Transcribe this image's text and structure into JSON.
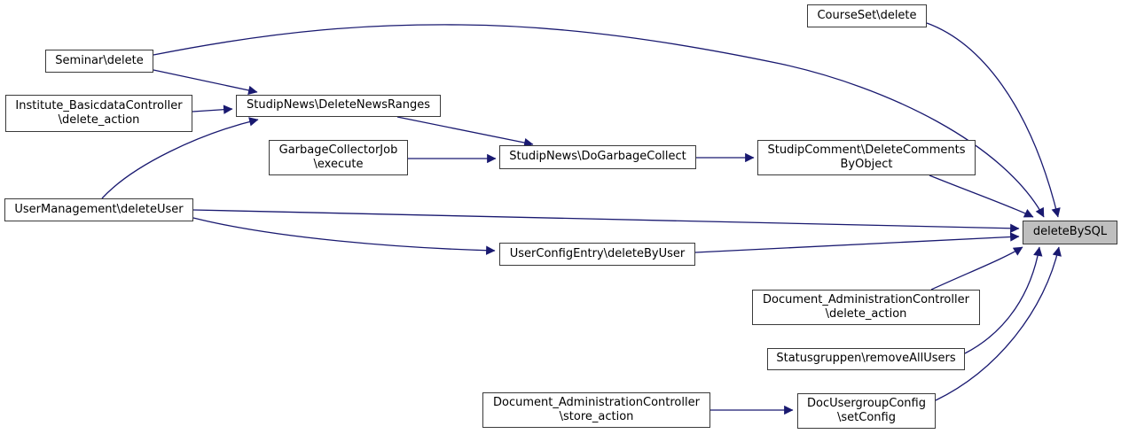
{
  "diagram": {
    "kind": "doxygen-call-graph",
    "highlighted_node": "deleteBySQL"
  },
  "colors": {
    "edge": "#191970",
    "node_border": "#3a3a3a",
    "node_fill": "#ffffff",
    "highlight_fill": "#bfbfbf",
    "text": "#000000",
    "bg": "#ffffff"
  },
  "nodes": {
    "courseset_delete": {
      "label": "CourseSet\\delete"
    },
    "seminar_delete": {
      "label": "Seminar\\delete"
    },
    "institute_basicdata_delete_action": {
      "line1": "Institute_BasicdataController",
      "line2": "\\delete_action"
    },
    "studipnews_deletenewsranges": {
      "label": "StudipNews\\DeleteNewsRanges"
    },
    "garbagecollectorjob_execute": {
      "line1": "GarbageCollectorJob",
      "line2": "\\execute"
    },
    "studipnews_dogarbagecollect": {
      "label": "StudipNews\\DoGarbageCollect"
    },
    "studipcomment_deletecommentsbyobject": {
      "line1": "StudipComment\\DeleteComments",
      "line2": "ByObject"
    },
    "usermanagement_deleteuser": {
      "label": "UserManagement\\deleteUser"
    },
    "deletebysql": {
      "label": "deleteBySQL"
    },
    "userconfigentry_deletebyuser": {
      "label": "UserConfigEntry\\deleteByUser"
    },
    "document_admin_delete_action": {
      "line1": "Document_AdministrationController",
      "line2": "\\delete_action"
    },
    "statusgruppen_removeallusers": {
      "label": "Statusgruppen\\removeAllUsers"
    },
    "document_admin_store_action": {
      "line1": "Document_AdministrationController",
      "line2": "\\store_action"
    },
    "docusergroupconfig_setconfig": {
      "line1": "DocUsergroupConfig",
      "line2": "\\setConfig"
    }
  },
  "edges": [
    {
      "from": "Seminar\\delete",
      "to": "StudipNews\\DeleteNewsRanges"
    },
    {
      "from": "Seminar\\delete",
      "to": "deleteBySQL"
    },
    {
      "from": "Institute_BasicdataController\\delete_action",
      "to": "StudipNews\\DeleteNewsRanges"
    },
    {
      "from": "UserManagement\\deleteUser",
      "to": "StudipNews\\DeleteNewsRanges"
    },
    {
      "from": "StudipNews\\DeleteNewsRanges",
      "to": "StudipNews\\DoGarbageCollect"
    },
    {
      "from": "GarbageCollectorJob\\execute",
      "to": "StudipNews\\DoGarbageCollect"
    },
    {
      "from": "StudipNews\\DoGarbageCollect",
      "to": "StudipComment\\DeleteCommentsByObject"
    },
    {
      "from": "StudipComment\\DeleteCommentsByObject",
      "to": "deleteBySQL"
    },
    {
      "from": "CourseSet\\delete",
      "to": "deleteBySQL"
    },
    {
      "from": "UserManagement\\deleteUser",
      "to": "deleteBySQL"
    },
    {
      "from": "UserManagement\\deleteUser",
      "to": "UserConfigEntry\\deleteByUser"
    },
    {
      "from": "UserConfigEntry\\deleteByUser",
      "to": "deleteBySQL"
    },
    {
      "from": "Document_AdministrationController\\delete_action",
      "to": "deleteBySQL"
    },
    {
      "from": "Statusgruppen\\removeAllUsers",
      "to": "deleteBySQL"
    },
    {
      "from": "DocUsergroupConfig\\setConfig",
      "to": "deleteBySQL"
    },
    {
      "from": "Document_AdministrationController\\store_action",
      "to": "DocUsergroupConfig\\setConfig"
    }
  ]
}
